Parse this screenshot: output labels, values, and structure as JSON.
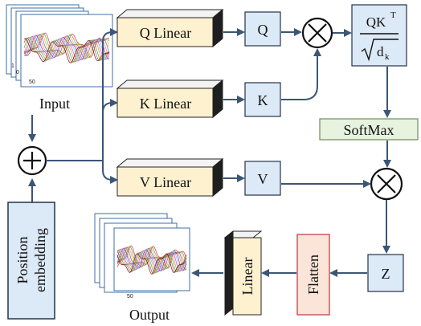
{
  "input": {
    "label": "Input",
    "thumb_ticks": [
      "1",
      "0",
      "50"
    ]
  },
  "output": {
    "label": "Output",
    "thumb_ticks": [
      "50"
    ]
  },
  "position_embedding": {
    "line1": "Position",
    "line2": "embedding"
  },
  "linear_layers": {
    "q": "Q Linear",
    "k": "K Linear",
    "v": "V Linear"
  },
  "matrices": {
    "q": "Q",
    "k": "K",
    "v": "V",
    "z": "Z"
  },
  "scale": {
    "numerator": "QK",
    "numerator_sup": "T",
    "denominator": "d",
    "denominator_sub": "k"
  },
  "softmax": "SoftMax",
  "flatten": "Flatten",
  "linear": "Linear",
  "operators": {
    "add": "+",
    "multiply": "×"
  },
  "colors": {
    "arrow": "#3b5675",
    "outline": "#23324a",
    "matrix_fill": "#dce9f6",
    "linear_fill": "#fdf1cf",
    "linear_top": "#f3f3f3",
    "linear_side": "#1f1f1f",
    "softmax_fill": "#e7f3de",
    "flatten_fill": "#fbe5d9",
    "flatten_outline": "#c9585a",
    "pos_fill": "#dce9f6"
  }
}
